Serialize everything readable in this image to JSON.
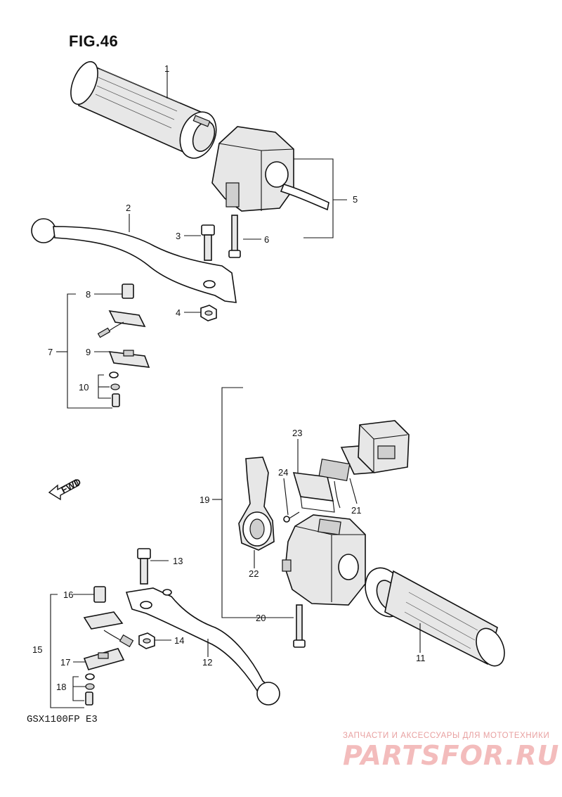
{
  "figure": {
    "title": "FIG.46",
    "model": "GSX1100FP  E3"
  },
  "fwd_label": "FWD",
  "watermark": {
    "tagline": "ЗАПЧАСТИ И АКСЕССУАРЫ ДЛЯ МОТОТЕХНИКИ",
    "brand": "PARTSFOR.RU"
  },
  "callouts": [
    "1",
    "2",
    "3",
    "4",
    "5",
    "6",
    "7",
    "8",
    "9",
    "10",
    "11",
    "12",
    "13",
    "14",
    "15",
    "16",
    "17",
    "18",
    "19",
    "20",
    "21",
    "22",
    "23",
    "24"
  ]
}
